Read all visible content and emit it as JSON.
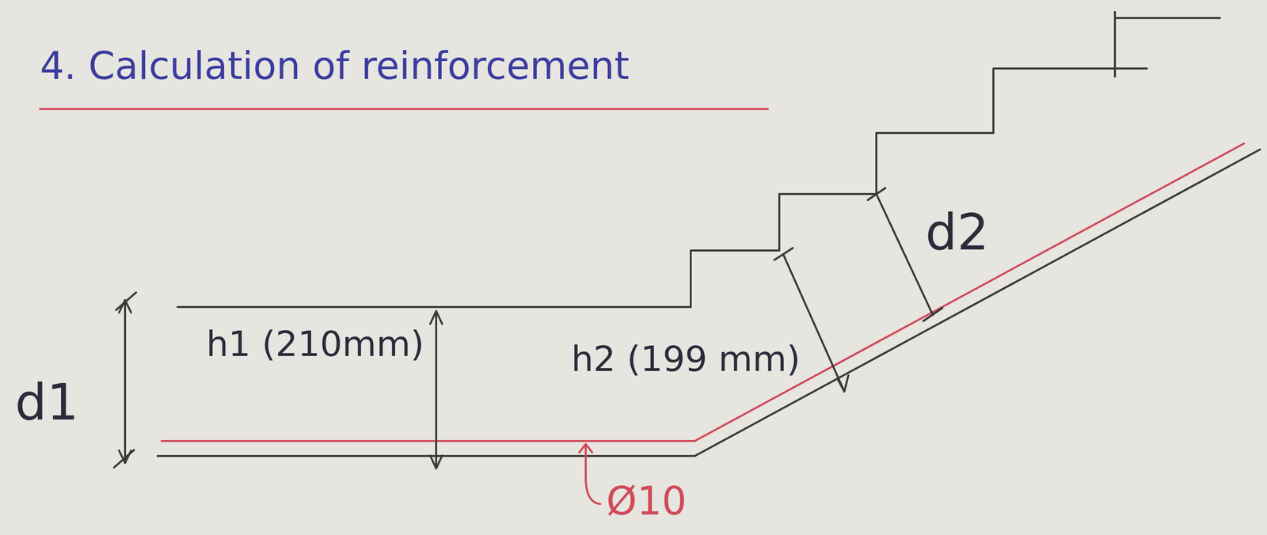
{
  "diagram": {
    "title": "4. Calculation of reinforcement",
    "labels": [
      "d1",
      "h1 (210mm)",
      "h2 (199 mm)",
      "d2",
      "Ø10"
    ]
  }
}
